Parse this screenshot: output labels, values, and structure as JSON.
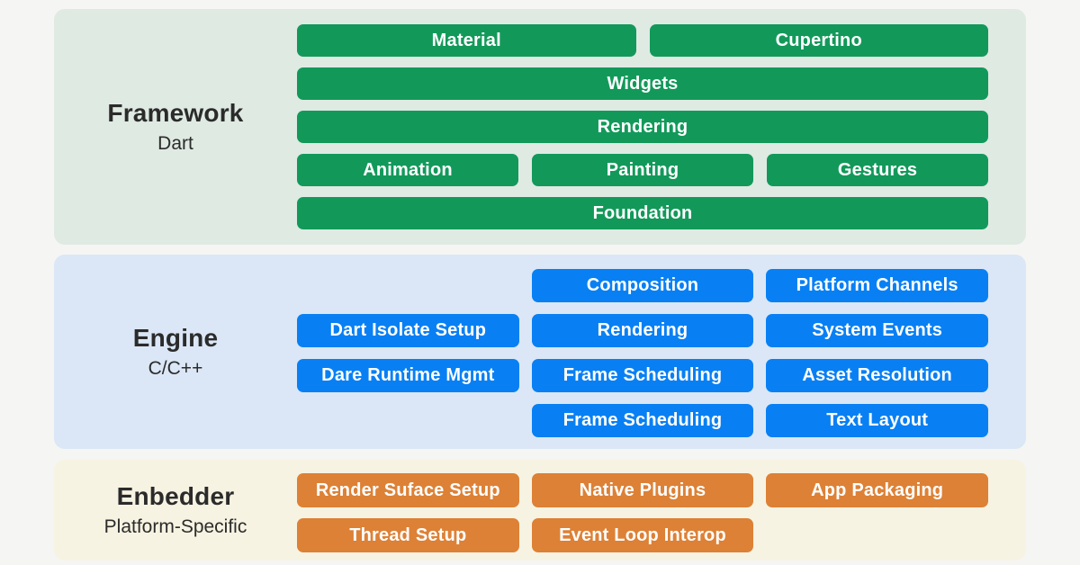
{
  "colors": {
    "page_bg": "#f5f5f4",
    "framework_panel_bg": "#dfeae3",
    "engine_panel_bg": "#dbe7f6",
    "embedder_panel_bg": "#f7f3e2",
    "framework_block": "#12995a",
    "engine_block": "#0880f4",
    "embedder_block": "#dd8136",
    "block_text": "#ffffff",
    "heading_text": "#2b2b2b"
  },
  "layers": {
    "framework": {
      "title": "Framework",
      "subtitle": "Dart",
      "buttons": [
        "Material",
        "Cupertino",
        "Widgets",
        "Rendering",
        "Animation",
        "Painting",
        "Gestures",
        "Foundation"
      ]
    },
    "engine": {
      "title": "Engine",
      "subtitle": "C/C++",
      "buttons": [
        "Composition",
        "Platform Channels",
        "Dart Isolate Setup",
        "Rendering",
        "System Events",
        "Dare Runtime Mgmt",
        "Frame Scheduling",
        "Asset Resolution",
        "Frame Scheduling",
        "Text Layout"
      ]
    },
    "embedder": {
      "title": "Enbedder",
      "subtitle": "Platform-Specific",
      "buttons": [
        "Render Suface Setup",
        "Native Plugins",
        "App Packaging",
        "Thread Setup",
        "Event Loop Interop"
      ]
    }
  }
}
